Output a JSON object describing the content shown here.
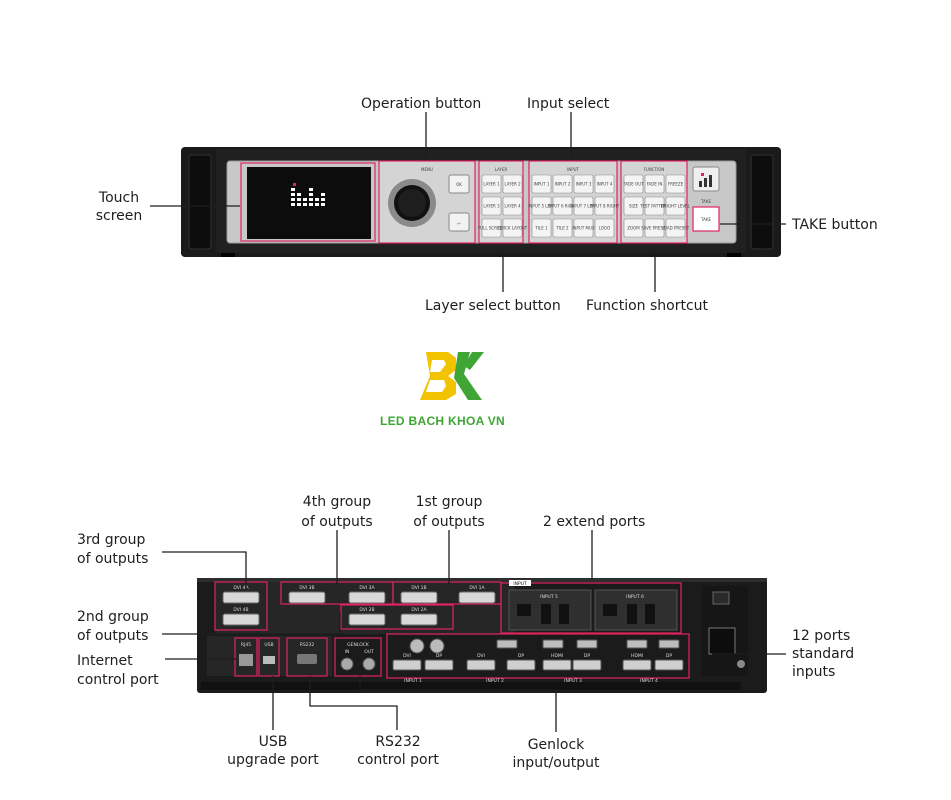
{
  "front_labels": {
    "operation": "Operation button",
    "input_select": "Input select",
    "touch_screen_1": "Touch",
    "touch_screen_2": "screen",
    "take": "TAKE button",
    "layer_select": "Layer select button",
    "function_shortcut": "Function shortcut"
  },
  "front_panel": {
    "menu_title": "MENU",
    "layer_title": "LAYER",
    "input_title": "INPUT",
    "function_title": "FUNCTION",
    "take_title": "TAKE",
    "ok_label": "OK",
    "layer_buttons": [
      "LAYER 1",
      "LAYER 2",
      "LAYER 3",
      "LAYER 4",
      "FULL SCREEN",
      "QUICK LAYOUT"
    ],
    "input_buttons": [
      "INPUT 1",
      "INPUT 2",
      "INPUT 3",
      "INPUT 4",
      "INPUT 5 LEFT",
      "INPUT 6 RIGHT",
      "INPUT 7 LEFT",
      "INPUT 8 RIGHT",
      "TILE 1",
      "TILE 2",
      "INPUT MUX",
      "LOGO"
    ],
    "function_buttons": [
      "FADE OUT",
      "FADE IN",
      "FREEZE",
      "SIZE",
      "TEST PATTERN",
      "BRIGHT LEVEL",
      "ZOOM",
      "SAVE PRESET",
      "LOAD PRESET"
    ],
    "take_button": "TAKE"
  },
  "logo": {
    "mark": "BK",
    "text": "LED BACH KHOA VN"
  },
  "rear_labels": {
    "group4_1": "4th group",
    "group4_2": "of outputs",
    "group1_1": "1st group",
    "group1_2": "of outputs",
    "extend": "2 extend ports",
    "group3_1": "3rd group",
    "group3_2": "of outputs",
    "group2_1": "2nd group",
    "group2_2": "of outputs",
    "internet_1": "Internet",
    "internet_2": "control port",
    "inputs_1": "12 ports",
    "inputs_2": "standard",
    "inputs_3": "inputs",
    "usb_1": "USB",
    "usb_2": "upgrade port",
    "rs232_1": "RS232",
    "rs232_2": "control port",
    "genlock_1": "Genlock",
    "genlock_2": "input/output"
  },
  "rear_panel": {
    "dvi_labels": [
      "DVI 4A",
      "DVI 4B",
      "DVI 3B",
      "DVI 3A",
      "DVI 2B",
      "DVI 2A",
      "DVI 1B",
      "DVI 1A"
    ],
    "rj45": "RJ45",
    "usb": "USB",
    "rs232": "RS232",
    "genlock": "GENLOCK",
    "genlock_in": "IN",
    "genlock_out": "OUT",
    "input_ports": [
      "DVI",
      "DP",
      "DVI",
      "DP",
      "HDMI",
      "DP",
      "HDMI",
      "DP"
    ],
    "input_groups": [
      "INPUT 1",
      "INPUT 2",
      "INPUT 3",
      "INPUT 4"
    ],
    "extend_ports": [
      "INPUT 5",
      "INPUT 6"
    ],
    "extend_title": "INPUT"
  },
  "colors": {
    "callout": "#e0245e",
    "logo_green": "#3fa535",
    "logo_gold": "#f2c300",
    "device_dark": "#1c1c1c"
  }
}
